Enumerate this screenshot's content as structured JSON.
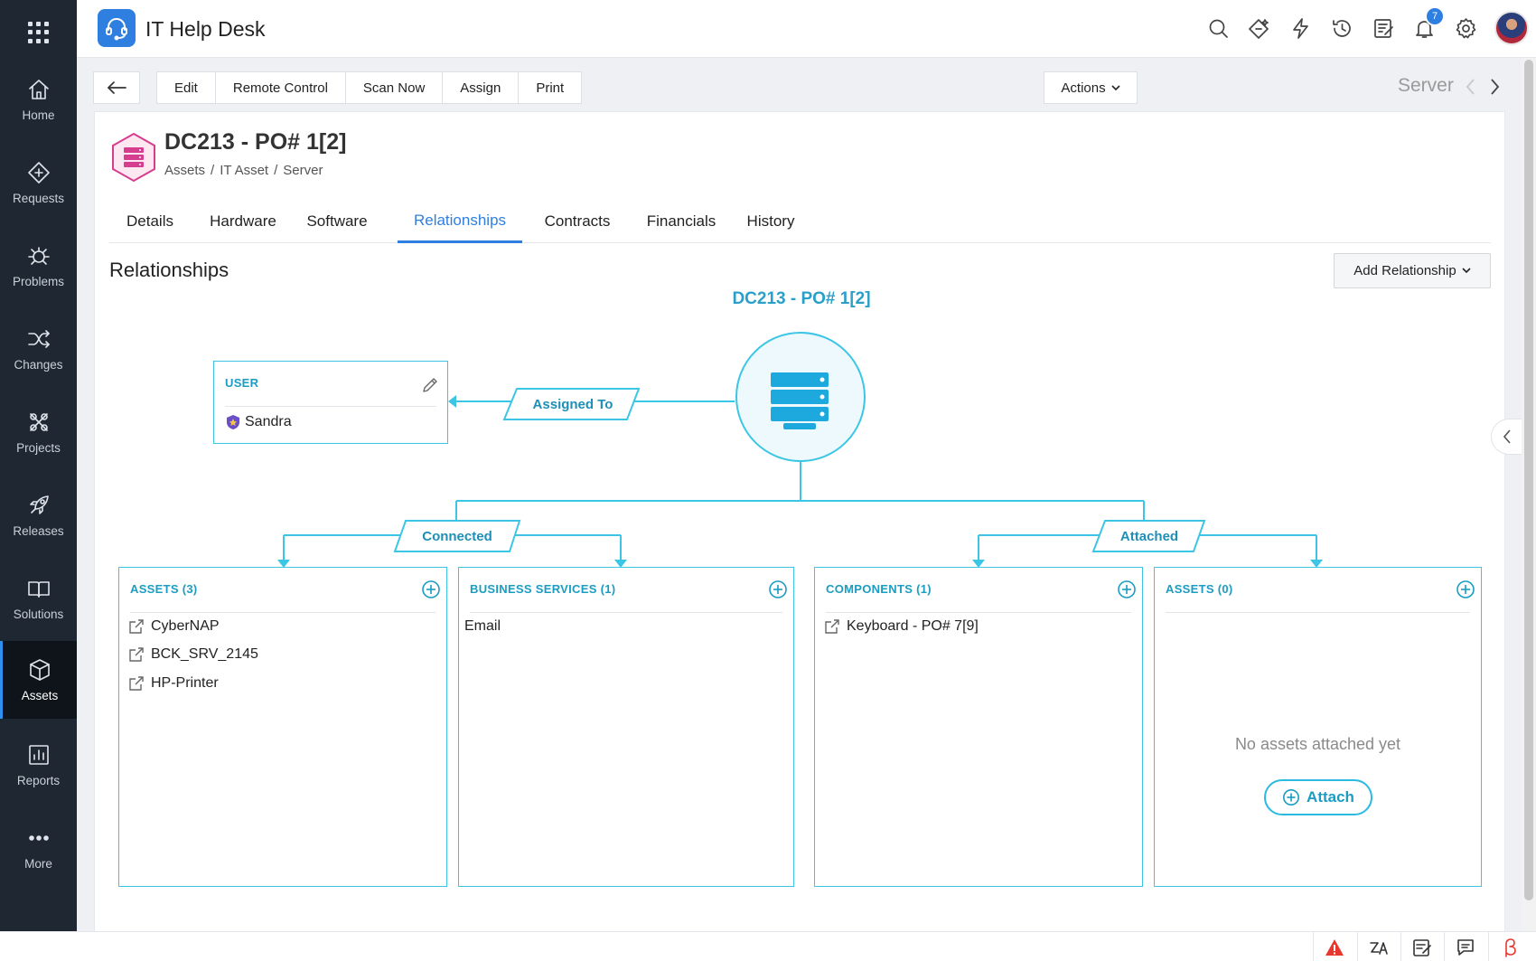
{
  "app": {
    "title": "IT Help Desk",
    "notification_count": "7"
  },
  "nav": [
    {
      "label": "Home"
    },
    {
      "label": "Requests"
    },
    {
      "label": "Problems"
    },
    {
      "label": "Changes"
    },
    {
      "label": "Projects"
    },
    {
      "label": "Releases"
    },
    {
      "label": "Solutions"
    },
    {
      "label": "Assets"
    },
    {
      "label": "Reports"
    },
    {
      "label": "More"
    }
  ],
  "nav_active": "Assets",
  "toolbar": {
    "buttons": [
      "Edit",
      "Remote Control",
      "Scan Now",
      "Assign",
      "Print"
    ],
    "actions_label": "Actions",
    "record_type": "Server"
  },
  "asset": {
    "name": "DC213 - PO# 1[2]",
    "breadcrumb": [
      "Assets",
      "/",
      "IT Asset",
      "/",
      "Server"
    ]
  },
  "tabs": [
    "Details",
    "Hardware",
    "Software",
    "Relationships",
    "Contracts",
    "Financials",
    "History"
  ],
  "active_tab": "Relationships",
  "relationships": {
    "section_title": "Relationships",
    "add_button": "Add Relationship",
    "center_title": "DC213 - PO# 1[2]",
    "user_panel": {
      "heading": "USER",
      "user": "Sandra"
    },
    "labels": {
      "assigned_to": "Assigned To",
      "connected": "Connected",
      "attached": "Attached"
    },
    "panels": [
      {
        "heading": "ASSETS (3)",
        "items": [
          "CyberNAP",
          "BCK_SRV_2145",
          "HP-Printer"
        ]
      },
      {
        "heading": "BUSINESS SERVICES (1)",
        "items": [
          "Email"
        ]
      },
      {
        "heading": "COMPONENTS (1)",
        "items": [
          "Keyboard - PO# 7[9]"
        ]
      },
      {
        "heading": "ASSETS (0)",
        "empty_message": "No assets attached yet",
        "attach_label": "Attach"
      }
    ]
  },
  "colors": {
    "accent": "#2f7fe0",
    "diagram": "#3cc6e6",
    "sidebar": "#1f2733",
    "asset_icon": "#d63d8e"
  }
}
